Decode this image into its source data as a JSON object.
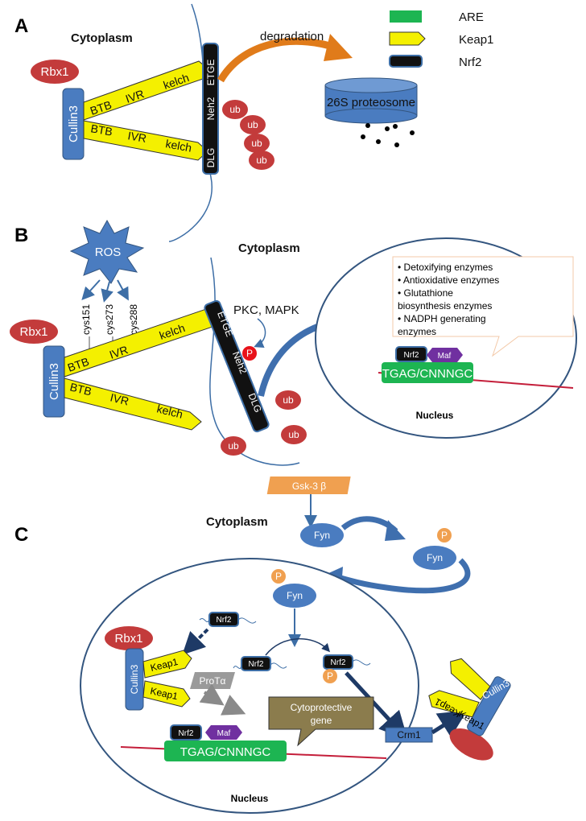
{
  "legend": {
    "are": "ARE",
    "keap1": "Keap1",
    "nrf2": "Nrf2",
    "colors": {
      "are": "#1db552",
      "keap1": "#f4f000",
      "nrf2": "#111111"
    }
  },
  "panel_a": {
    "letter": "A",
    "cytoplasm": "Cytoplasm",
    "rbx1": "Rbx1",
    "cullin3": "Cullin3",
    "btb": "BTB",
    "ivr": "IVR",
    "kelch": "kelch",
    "etge": "ETGE",
    "neh2": "Neh2",
    "dlg": "DLG",
    "ub": "ub",
    "degradation": "degradation",
    "proteasome": "26S proteosome"
  },
  "panel_b": {
    "letter": "B",
    "ros": "ROS",
    "cytoplasm": "Cytoplasm",
    "cys151": "cys151",
    "cys273": "cys273",
    "cys288": "cys288",
    "pkc_mapk": "PKC, MAPK",
    "p": "P",
    "rbx1": "Rbx1",
    "cullin3": "Cullin3",
    "btb": "BTB",
    "ivr": "IVR",
    "kelch": "kelch",
    "etge": "ETGE",
    "neh2": "Neh2",
    "dlg": "DLG",
    "ub": "ub",
    "nucleus": "Nucleus",
    "nrf2": "Nrf2",
    "maf": "Maf",
    "are_seq": "TGAG/CNNNGC",
    "genes": [
      "Detoxifying enzymes",
      "Antioxidative enzymes",
      "Glutathione",
      "biosynthesis enzymes",
      "NADPH generating",
      "enzymes"
    ]
  },
  "panel_c": {
    "letter": "C",
    "cytoplasm": "Cytoplasm",
    "gsk3b": "Gsk-3 β",
    "fyn": "Fyn",
    "p": "P",
    "nrf2": "Nrf2",
    "rbx1": "Rbx1",
    "cullin3": "Cullin3",
    "keap1": "Keap1",
    "prota": "ProTα",
    "maf": "Maf",
    "are_seq": "TGAG/CNNNGC",
    "cytoprotective": [
      "Cytoprotective",
      "gene"
    ],
    "crm1": "Crm1",
    "nucleus": "Nucleus"
  }
}
